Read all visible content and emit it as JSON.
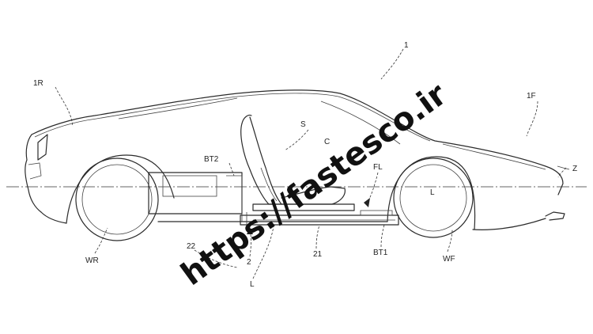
{
  "labels": {
    "ref_1": "1",
    "ref_1R": "1R",
    "ref_1F": "1F",
    "ref_S": "S",
    "ref_C": "C",
    "ref_BT2": "BT2",
    "ref_FL": "FL",
    "ref_Z": "Z",
    "ref_WR": "WR",
    "ref_22": "22",
    "ref_2": "2",
    "ref_21": "21",
    "ref_BT1": "BT1",
    "ref_WF": "WF",
    "ref_L": "L",
    "ref_center_L": "L"
  },
  "watermark": "https://fastesco.ir"
}
